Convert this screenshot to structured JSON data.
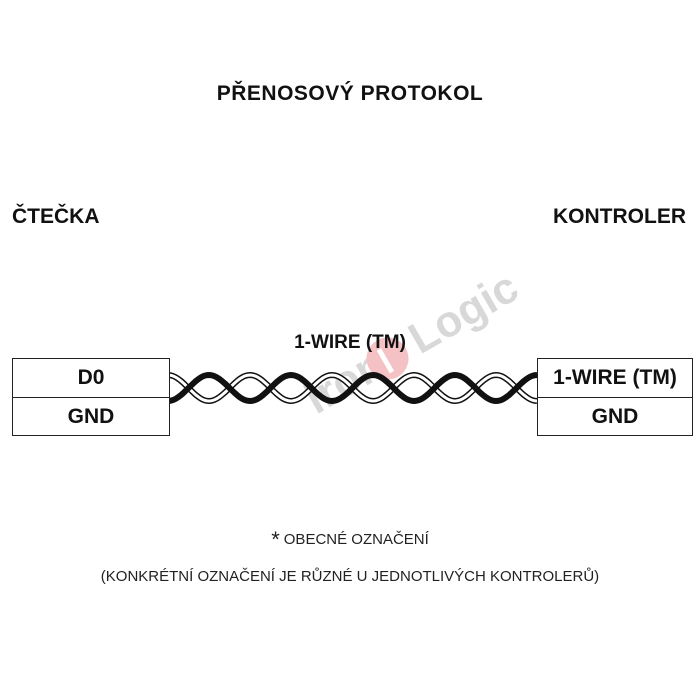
{
  "title": "PŘENOSOVÝ PROTOKOL",
  "left": {
    "label": "ČTEČKA",
    "pins": [
      "D0",
      "GND"
    ]
  },
  "right": {
    "label": "KONTROLER",
    "pins": [
      "1-WIRE (TM)",
      "GND"
    ]
  },
  "wire_label": "1-WIRE (TM)",
  "note": {
    "asterisk": "*",
    "line1": "OBECNÉ OZNAČENÍ",
    "line2": "(KONKRÉTNÍ OZNAČENÍ JE RŮZNÉ U JEDNOTLIVÝCH KONTROLERŮ)"
  },
  "watermark": {
    "text_iron": "iron",
    "text_logic": "Logic",
    "color": "#d9232e"
  },
  "colors": {
    "wire_dark": "#111111",
    "wire_light": "#ffffff"
  }
}
